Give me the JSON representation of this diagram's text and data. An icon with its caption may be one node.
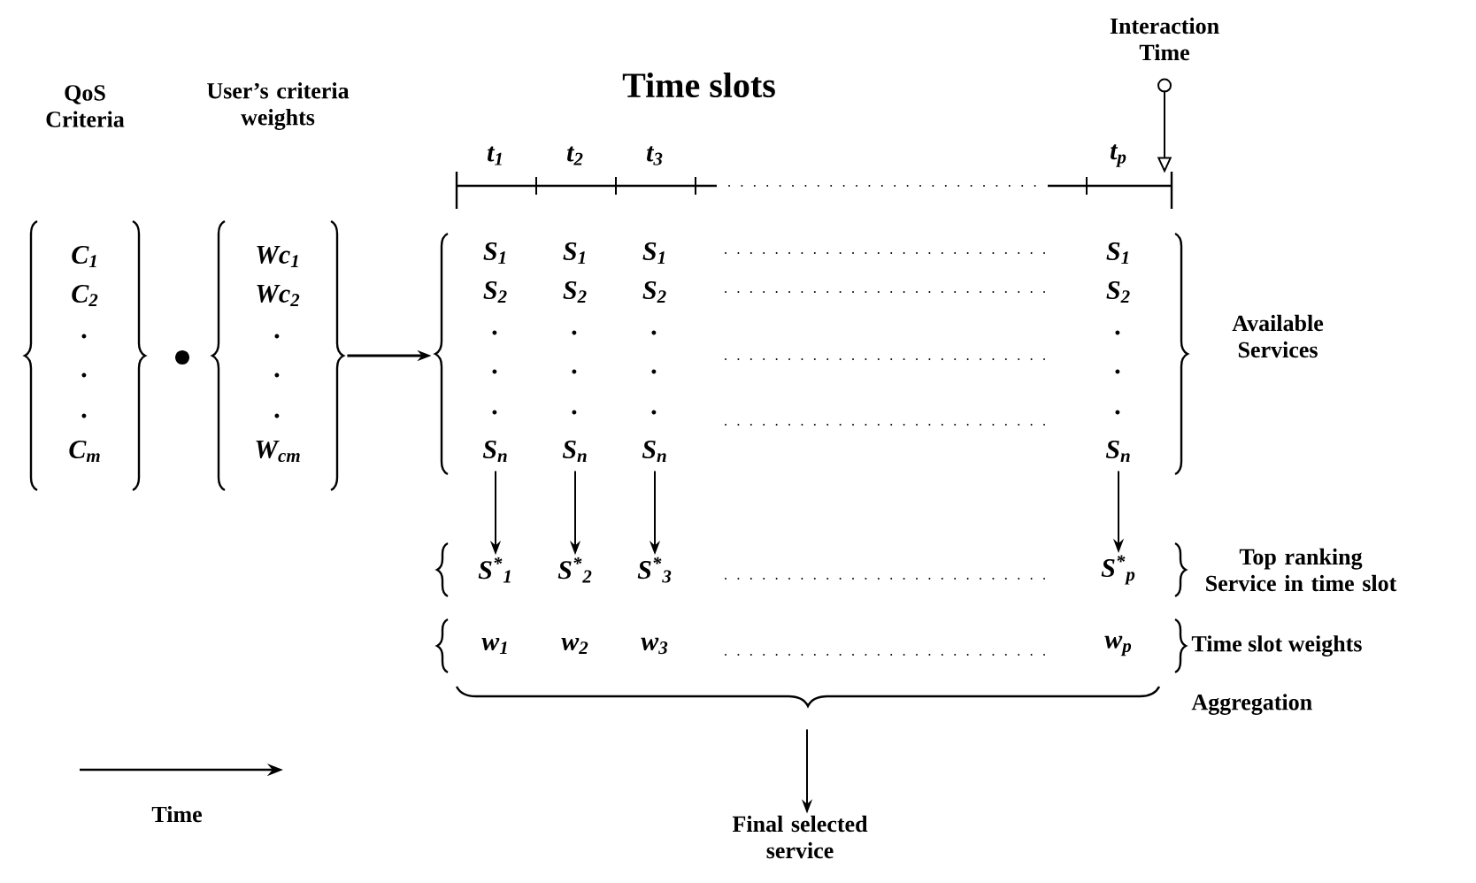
{
  "diagram": {
    "nodes": [
      {
        "text": [
          "Interaction Time"
        ]
      },
      {
        "text": [
          "Time slots",
          "t$_{1}$",
          "t$_{2}$",
          "t$_{3}$",
          "t$_{p}$"
        ]
      },
      {
        "text": [
          "QoS Criteria",
          "C$_{1}$",
          "C$_{2}$",
          ".",
          ".",
          ".",
          "C$_{m}$"
        ]
      },
      {
        "text": [
          "User’s criteria weights",
          "Wc$_{1}$",
          "Wc$_{2}$",
          ".",
          ".",
          ".",
          "W$_{cm}$"
        ]
      },
      {
        "text": [
          "Available Services"
        ]
      },
      {
        "text": [
          "S$_{1}$",
          "S$_{2}$",
          ".",
          ".",
          ".",
          "S$_{n}$"
        ],
        "in": 4
      },
      {
        "text": [
          "S$_{1}$",
          "S$_{2}$",
          ".",
          ".",
          ".",
          "S$_{n}$"
        ],
        "in": 4
      },
      {
        "text": [
          "S$_{1}$",
          "S$_{2}$",
          ".",
          ".",
          ".",
          "S$_{n}$"
        ],
        "in": 4
      },
      {
        "text": [
          "S$_{1}$",
          "S$_{2}$",
          ".",
          ".",
          ".",
          "S$_{n}$"
        ],
        "in": 4
      },
      {
        "text": [
          "Top ranking Service in time slot"
        ]
      },
      {
        "text": [
          "S$^{*}$$_{1}$"
        ],
        "in": 9
      },
      {
        "text": [
          "S$^{*}$$_{2}$"
        ],
        "in": 9
      },
      {
        "text": [
          "S$^{*}$$_{3}$"
        ],
        "in": 9
      },
      {
        "text": [
          "S$^{*}$$_{p}$"
        ],
        "in": 9
      },
      {
        "text": [
          "Time slot weights"
        ]
      },
      {
        "text": [
          "w$_{1}$"
        ],
        "in": 14
      },
      {
        "text": [
          "w$_{2}$"
        ],
        "in": 14
      },
      {
        "text": [
          "w$_{3}$"
        ],
        "in": 14
      },
      {
        "text": [
          "w$_{p}$"
        ],
        "in": 14
      },
      {
        "text": [
          "Aggregation"
        ]
      },
      {
        "text": [
          "Final selected service"
        ]
      }
    ],
    "edges": [
      {
        "from": 0,
        "to": 1,
        "arrow": "to"
      },
      {
        "from": 3,
        "to": 4,
        "arrow": "to"
      },
      {
        "from": 5,
        "to": 10,
        "arrow": "to"
      },
      {
        "from": 6,
        "to": 11,
        "arrow": "to"
      },
      {
        "from": 7,
        "to": 12,
        "arrow": "to"
      },
      {
        "from": 8,
        "to": 13,
        "arrow": "to"
      },
      {
        "from": 19,
        "to": 20,
        "arrow": "to"
      }
    ],
    "labels": [
      "Time"
    ]
  }
}
